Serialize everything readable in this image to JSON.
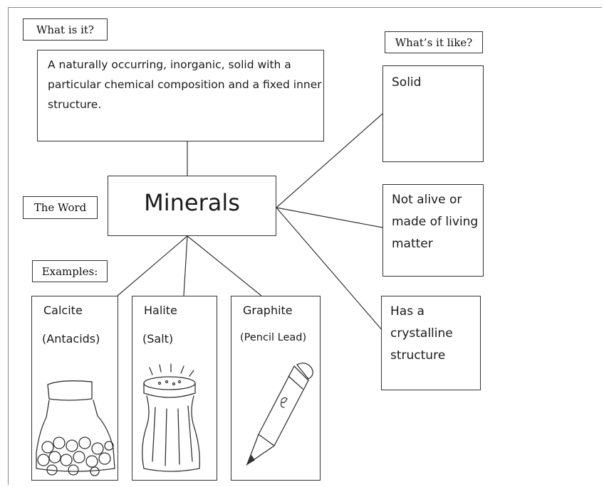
{
  "labels": {
    "what_is_it": "What is it?",
    "whats_it_like": "What’s it like?",
    "the_word": "The Word",
    "examples": "Examples:"
  },
  "definition": "A naturally occurring, inorganic, solid with a particular chemical composition and a fixed inner structure.",
  "word": "Minerals",
  "characteristics": [
    "Solid",
    "Not alive or made of living matter",
    "Has a crystalline structure"
  ],
  "examples": [
    {
      "name": "Calcite",
      "use": "(Antacids)",
      "picture": "antacid-jar-drawing"
    },
    {
      "name": "Halite",
      "use": "(Salt)",
      "picture": "salt-shaker-drawing"
    },
    {
      "name": "Graphite",
      "use": "(Pencil Lead)",
      "picture": "pencil-drawing"
    }
  ]
}
